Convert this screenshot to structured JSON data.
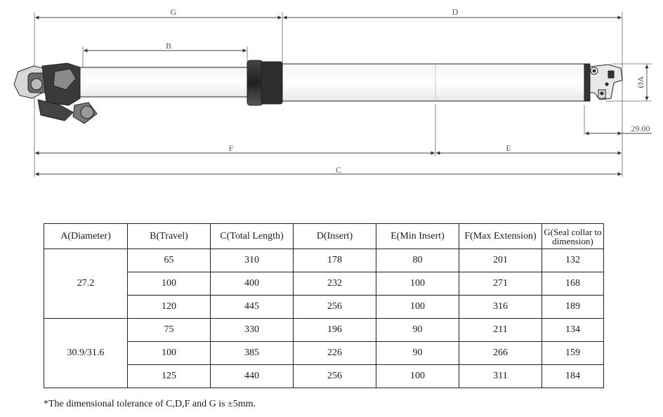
{
  "diagram": {
    "dimension_labels": {
      "A": "ØA",
      "B": "B",
      "C": "C",
      "D": "D",
      "E": "E",
      "F": "F",
      "G": "G",
      "offset": "29.00"
    }
  },
  "table": {
    "headers": [
      "A(Diameter)",
      "B(Travel)",
      "C(Total Length)",
      "D(Insert)",
      "E(Min Insert)",
      "F(Max Extension)",
      "G(Seal collar to dimension)"
    ],
    "groups": [
      {
        "diameter": "27.2",
        "rows": [
          [
            "65",
            "310",
            "178",
            "80",
            "201",
            "132"
          ],
          [
            "100",
            "400",
            "232",
            "100",
            "271",
            "168"
          ],
          [
            "120",
            "445",
            "256",
            "100",
            "316",
            "189"
          ]
        ]
      },
      {
        "diameter": "30.9/31.6",
        "rows": [
          [
            "75",
            "330",
            "196",
            "90",
            "211",
            "134"
          ],
          [
            "100",
            "385",
            "226",
            "90",
            "266",
            "159"
          ],
          [
            "125",
            "440",
            "256",
            "100",
            "311",
            "184"
          ]
        ]
      }
    ]
  },
  "note": "*The dimensional tolerance of C,D,F and G is ±5mm."
}
